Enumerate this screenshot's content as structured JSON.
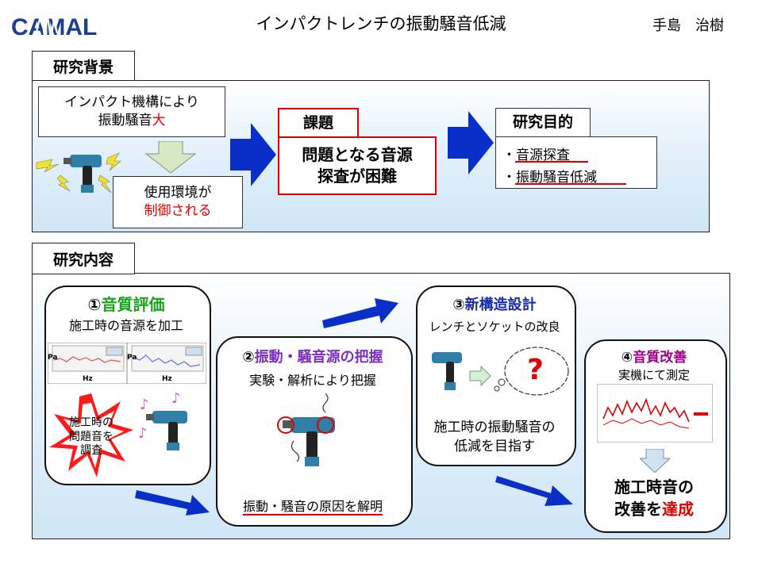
{
  "header": {
    "logo": "CAMAL",
    "title": "インパクトレンチの振動騒音低減",
    "author": "手島　治樹"
  },
  "background": {
    "heading": "研究背景",
    "cause_line1": "インパクト機構により",
    "cause_line2a": "振動騒音",
    "cause_line2b": "大",
    "env_line1": "使用環境が",
    "env_line2": "制御される",
    "issue_tag": "課題",
    "issue_line1": "問題となる音源",
    "issue_line2": "探査が困難",
    "goal_tag": "研究目的",
    "goal_item1": "・音源探査",
    "goal_item2": "・振動騒音低減"
  },
  "content": {
    "heading": "研究内容",
    "step1": {
      "num": "①",
      "title": "音質評価",
      "sub": "施工時の音源を加工",
      "axis_y": "Pa",
      "axis_x": "Hz",
      "burst_line1": "施工時の",
      "burst_line2": "問題音を",
      "burst_line3": "調査"
    },
    "step2": {
      "num": "②",
      "title": "振動・騒音源の把握",
      "sub": "実験・解析により把握",
      "bottom": "振動・騒音の原因を解明"
    },
    "step3": {
      "num": "③",
      "title": "新構造設計",
      "sub": "レンチとソケットの改良",
      "question": "?",
      "line1": "施工時の振動騒音の",
      "line2": "低減を目指す"
    },
    "step4": {
      "num": "④",
      "title": "音質改善",
      "sub": "実機にて測定",
      "line1": "施工時音の",
      "line2a": "改善を",
      "line2b": "達成"
    }
  },
  "colors": {
    "accent_blue": "#0a2fc8",
    "accent_red": "#e00000",
    "title_green": "#1aa31a",
    "title_purple": "#7a2fbf",
    "title_blue": "#1a2aa8",
    "title_magenta": "#a0008a"
  }
}
